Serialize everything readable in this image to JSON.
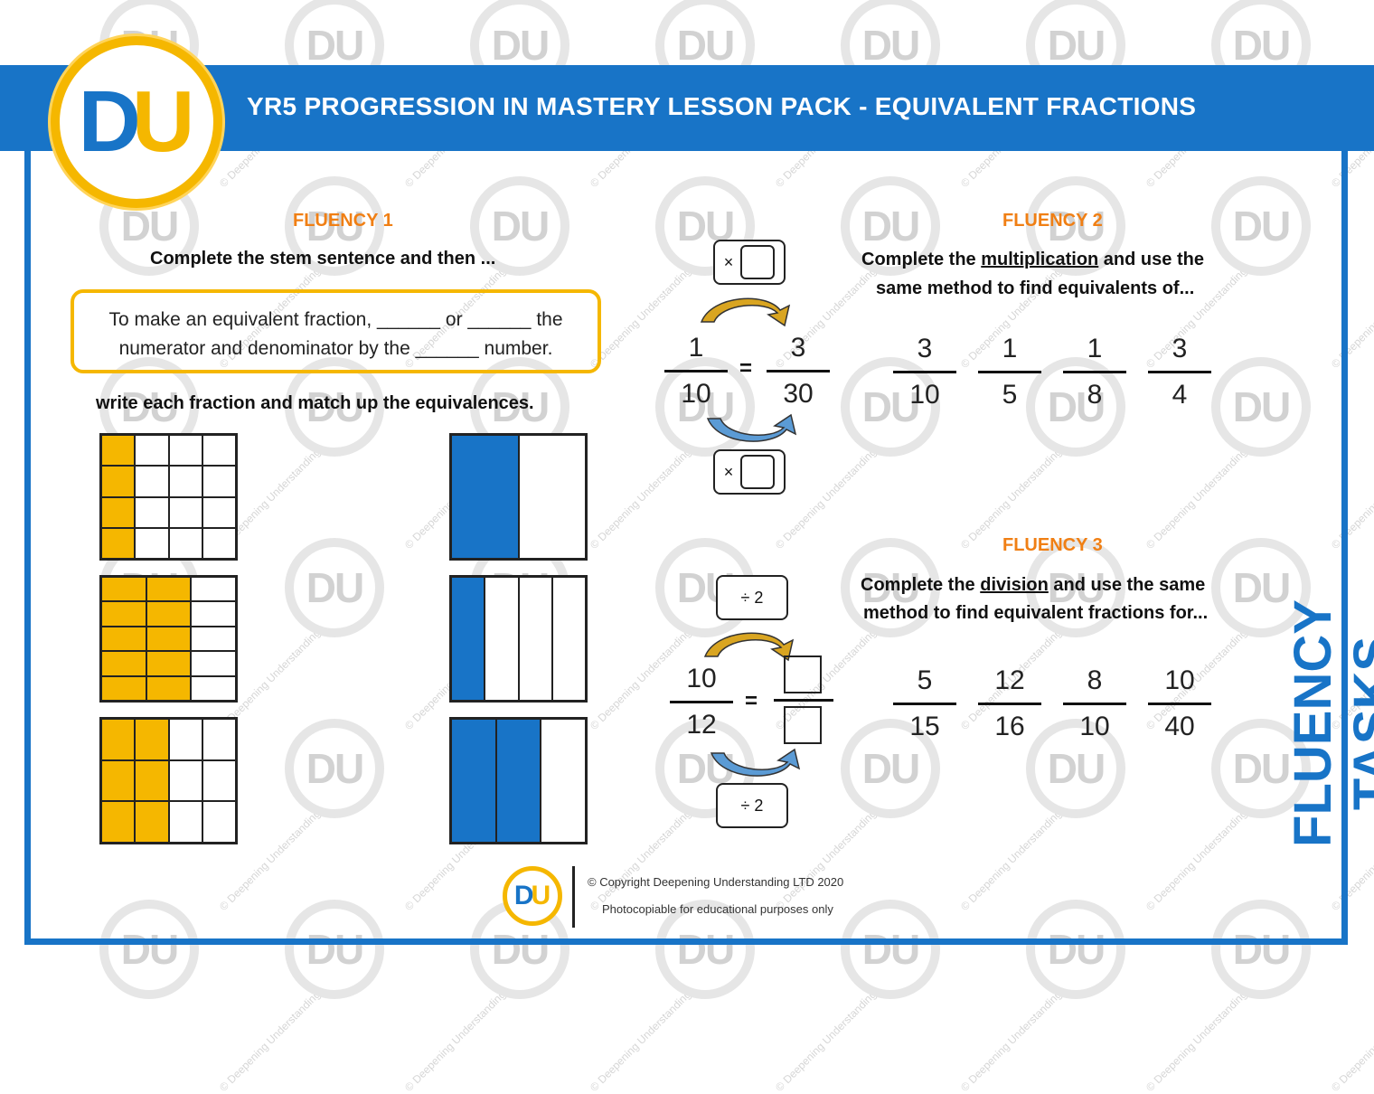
{
  "header": {
    "title": "YR5 PROGRESSION IN MASTERY LESSON PACK - EQUIVALENT FRACTIONS"
  },
  "logo": {
    "letters_d": "D",
    "letters_u": "U"
  },
  "watermark": {
    "text": "© Deepening Understanding",
    "logo_text": "DU"
  },
  "fluency1": {
    "heading": "FLUENCY 1",
    "instruction": "Complete the stem sentence and then ...",
    "stem_line1": "To make an equivalent fraction, ______ or ______ the",
    "stem_line2": "numerator and denominator by the ______ number.",
    "instruction2": "write each fraction and match up the equivalences."
  },
  "fluency1_grids": {
    "left": [
      {
        "rows": 4,
        "cols": 4,
        "shaded_cols": 1,
        "color": "#f5b700"
      },
      {
        "rows": 5,
        "cols": 3,
        "shaded_cols": 2,
        "color": "#f5b700"
      },
      {
        "rows": 3,
        "cols": 4,
        "shaded_cols": 2,
        "color": "#f5b700"
      }
    ],
    "right": [
      {
        "rows": 1,
        "cols": 2,
        "shaded_cols": 1,
        "color": "#1874c7"
      },
      {
        "rows": 1,
        "cols": 4,
        "shaded_cols": 1,
        "color": "#1874c7"
      },
      {
        "rows": 1,
        "cols": 3,
        "shaded_cols": 2,
        "color": "#1874c7"
      }
    ]
  },
  "multiplication_example": {
    "top_op": "×",
    "bottom_op": "×",
    "lhs_num": "1",
    "lhs_den": "10",
    "equals": "=",
    "rhs_num": "3",
    "rhs_den": "30"
  },
  "fluency2": {
    "heading": "FLUENCY 2",
    "instruction_pre": "Complete the ",
    "instruction_ul": "multiplication",
    "instruction_post": " and use the",
    "instruction_line2": "same method to find equivalents of...",
    "fractions": [
      {
        "num": "3",
        "den": "10"
      },
      {
        "num": "1",
        "den": "5"
      },
      {
        "num": "1",
        "den": "8"
      },
      {
        "num": "3",
        "den": "4"
      }
    ]
  },
  "division_example": {
    "top_op": "÷ 2",
    "bottom_op": "÷ 2",
    "lhs_num": "10",
    "lhs_den": "12",
    "equals": "="
  },
  "fluency3": {
    "heading": "FLUENCY 3",
    "instruction_pre": "Complete the ",
    "instruction_ul": "division",
    "instruction_post": " and use the same",
    "instruction_line2": "method to find equivalent fractions for...",
    "fractions": [
      {
        "num": "5",
        "den": "15"
      },
      {
        "num": "12",
        "den": "16"
      },
      {
        "num": "8",
        "den": "10"
      },
      {
        "num": "10",
        "den": "40"
      }
    ]
  },
  "side_tab": {
    "label": "FLUENCY TASKS"
  },
  "footer": {
    "copyright": "© Copyright Deepening Understanding LTD 2020",
    "note": "Photocopiable for educational purposes only"
  }
}
